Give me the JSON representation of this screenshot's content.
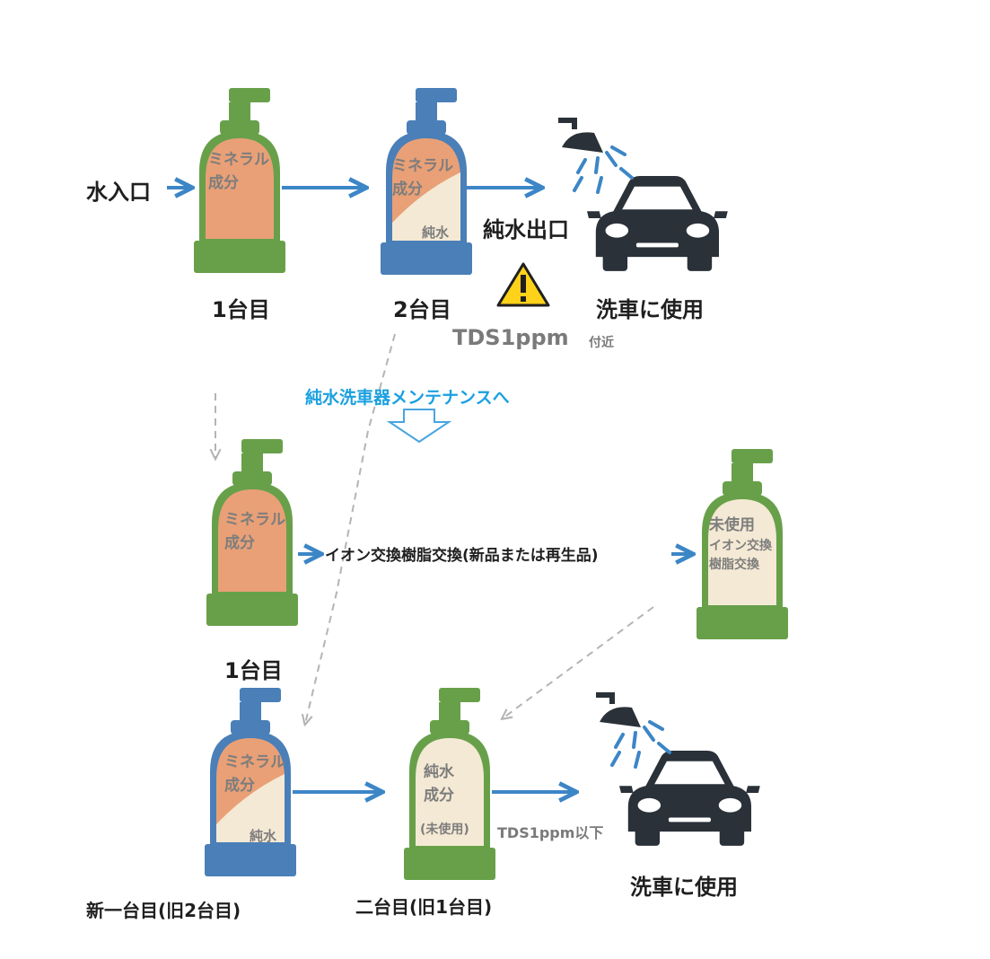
{
  "top": {
    "inlet_label": "水入口",
    "tank1": {
      "text": "ミネラル\n成分",
      "caption": "1台目"
    },
    "tank2": {
      "text": "ミネラル\n成分",
      "pure": "純水",
      "caption": "2台目"
    },
    "outlet_label": "純水出口",
    "use_label": "洗車に使用",
    "tds_value": "TDS1ppm",
    "tds_suffix": "付近"
  },
  "maintenance_label": "純水洗車器メンテナンスへ",
  "middle": {
    "tank1": {
      "text": "ミネラル\n成分",
      "caption": "1台目"
    },
    "exchange_label": "イオン交換樹脂交換(新品または再生品)",
    "new_tank": {
      "line1": "未使用",
      "line2": "イオン交換\n樹脂交換"
    }
  },
  "bottom": {
    "tank_a": {
      "text": "ミネラル\n成分",
      "pure": "純水",
      "caption": "新一台目(旧2台目)"
    },
    "tank_b": {
      "text": "純水\n成分",
      "sub": "(未使用)",
      "caption": "二台目(旧1台目)"
    },
    "tds_label": "TDS1ppm以下",
    "use_label": "洗車に使用"
  },
  "colors": {
    "green": "#68a04a",
    "blue_tank": "#4a7fb8",
    "orange": "#e9a076",
    "cream": "#f4e9d4",
    "arrow": "#3c86c6",
    "dashed": "#b4b4b4",
    "icon_dark": "#2a3138",
    "spray": "#3c86c6",
    "warning": "#ffd21a"
  }
}
